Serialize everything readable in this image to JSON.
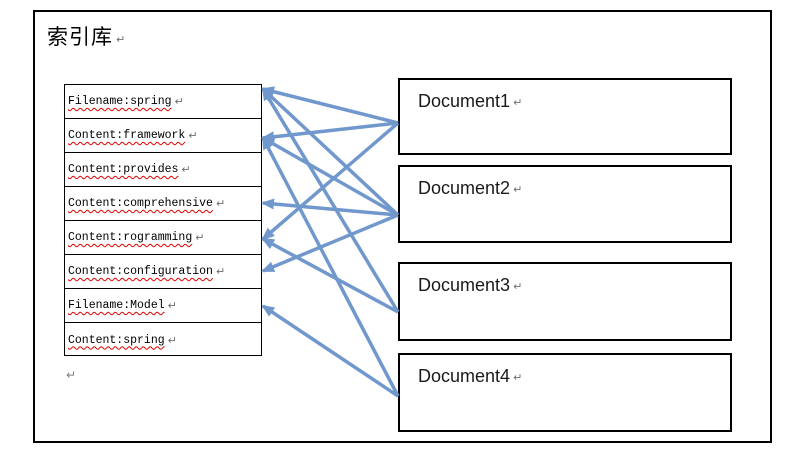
{
  "title": {
    "text": "索引库",
    "pilcrow": "↵"
  },
  "colors": {
    "connector": "#7098CC",
    "squiggle": "#e00000",
    "border": "#000000",
    "pilcrow_gray": "#7f7f7f"
  },
  "index_table": {
    "pilcrow": "↵",
    "rows": [
      {
        "label": "Filename:spring"
      },
      {
        "label": "Content:framework"
      },
      {
        "label": "Content:provides"
      },
      {
        "label": "Content:comprehensive"
      },
      {
        "label": "Content:rogramming"
      },
      {
        "label": "Content:configuration"
      },
      {
        "label": "Filename:Model"
      },
      {
        "label": "Content:spring"
      }
    ]
  },
  "documents": [
    {
      "label": "Document1",
      "pilcrow": "↵"
    },
    {
      "label": "Document2",
      "pilcrow": "↵"
    },
    {
      "label": "Document3",
      "pilcrow": "↵"
    },
    {
      "label": "Document4",
      "pilcrow": "↵"
    }
  ],
  "connections": [
    {
      "term": 0,
      "doc": 0
    },
    {
      "term": 0,
      "doc": 1
    },
    {
      "term": 0,
      "doc": 2
    },
    {
      "term": 1,
      "doc": 0
    },
    {
      "term": 1,
      "doc": 1
    },
    {
      "term": 1,
      "doc": 3
    },
    {
      "term": 3,
      "doc": 1
    },
    {
      "term": 4,
      "doc": 0
    },
    {
      "term": 4,
      "doc": 2
    },
    {
      "term": 5,
      "doc": 1
    },
    {
      "term": 6,
      "doc": 3
    }
  ],
  "trailing_pilcrow": "↵"
}
